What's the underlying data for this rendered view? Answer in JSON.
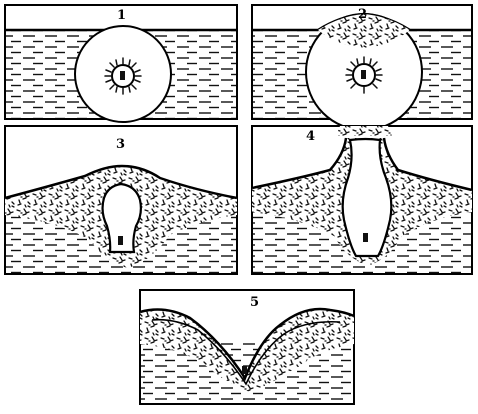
{
  "panels": [
    {
      "id": "p1",
      "label": "1"
    },
    {
      "id": "p2",
      "label": "2"
    },
    {
      "id": "p3",
      "label": "3"
    },
    {
      "id": "p4",
      "label": "4"
    },
    {
      "id": "p5",
      "label": "5"
    }
  ]
}
